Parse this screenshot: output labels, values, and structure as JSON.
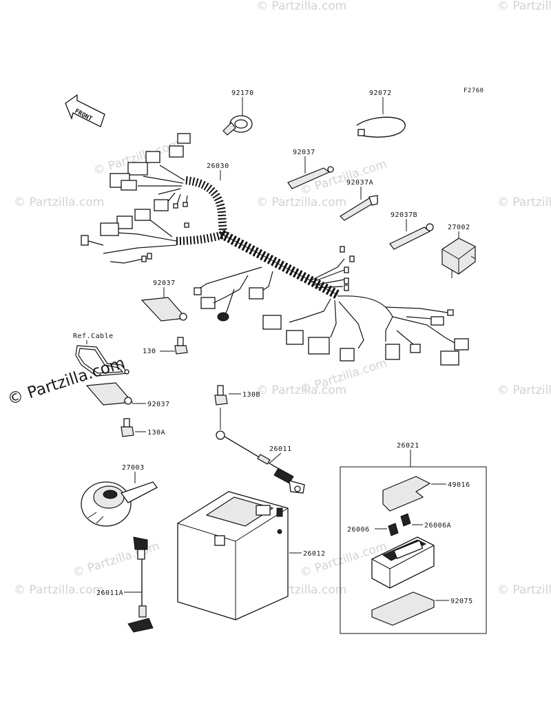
{
  "diagram": {
    "code": "F2760",
    "front_label": "FRONT",
    "watermark": "© Partzilla.com",
    "watermark_big": "© Partzilla.com",
    "ref_cable": "Ref.Cable",
    "parts": {
      "p92170": "92170",
      "p92072": "92072",
      "p26030": "26030",
      "p92037_top": "92037",
      "p92037A": "92037A",
      "p92037B": "92037B",
      "p27002": "27002",
      "p92037_mid": "92037",
      "p130": "130",
      "p92037_low": "92037",
      "p130A": "130A",
      "p130B": "130B",
      "p26011": "26011",
      "p26021": "26021",
      "p49016": "49016",
      "p26006": "26006",
      "p26006A": "26006A",
      "p27003": "27003",
      "p26012": "26012",
      "p92075": "92075",
      "p26011A": "26011A"
    }
  }
}
